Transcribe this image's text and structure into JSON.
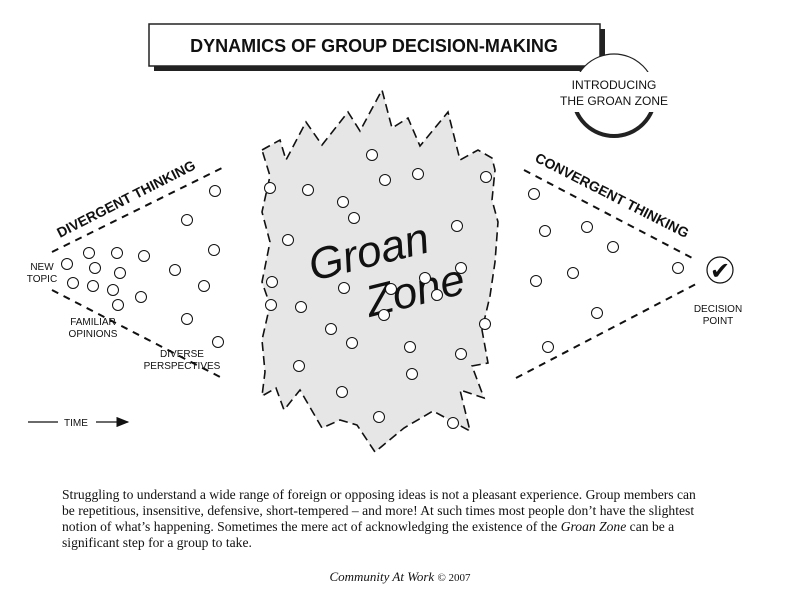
{
  "title": "DYNAMICS OF GROUP DECISION-MAKING",
  "badge": {
    "line1": "INTRODUCING",
    "line2": "THE GROAN ZONE"
  },
  "divergent": {
    "heading": "DIVERGENT THINKING",
    "new_topic": [
      "NEW",
      "TOPIC"
    ],
    "familiar": [
      "FAMILIAR",
      "OPINIONS"
    ],
    "diverse": [
      "DIVERSE",
      "PERSPECTIVES"
    ]
  },
  "groan_zone": {
    "line1": "Groan",
    "line2": "Zone"
  },
  "convergent": {
    "heading": "CONVERGENT THINKING",
    "decision": [
      "DECISION",
      "POINT"
    ],
    "check_glyph": "✔"
  },
  "time_label": "TIME",
  "caption": {
    "before": "Struggling to understand a wide range of foreign or opposing ideas is not a pleasant experience. Group members can be repetitious, insensitive, defensive, short-tempered – and more!  At such times most people don’t have the slightest notion of what’s happening.  Sometimes the mere act of acknowledging the existence of the ",
    "emphasis": "Groan Zone",
    "after": " can be a significant step for a group to take."
  },
  "credit": {
    "text": "Community At Work",
    "copyright": "© 2007"
  }
}
